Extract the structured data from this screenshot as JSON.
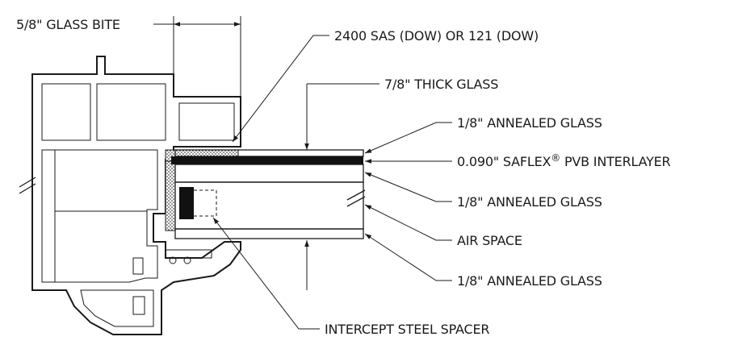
{
  "labels": {
    "glass_bite": "5/8\" GLASS BITE",
    "sealant": "2400 SAS (DOW) OR 121 (DOW)",
    "thick_glass": "7/8\" THICK GLASS",
    "annealed_top": "1/8\" ANNEALED GLASS",
    "interlayer_pre": "0.090\" SAFLEX",
    "interlayer_mark": "®",
    "interlayer_post": " PVB INTERLAYER",
    "annealed_mid": "1/8\" ANNEALED GLASS",
    "air_space": "AIR SPACE",
    "annealed_bot": "1/8\" ANNEALED GLASS",
    "spacer": "INTERCEPT STEEL SPACER"
  },
  "colors": {
    "line": "#1a1a1a",
    "fill": "#111111",
    "background": "#ffffff"
  }
}
